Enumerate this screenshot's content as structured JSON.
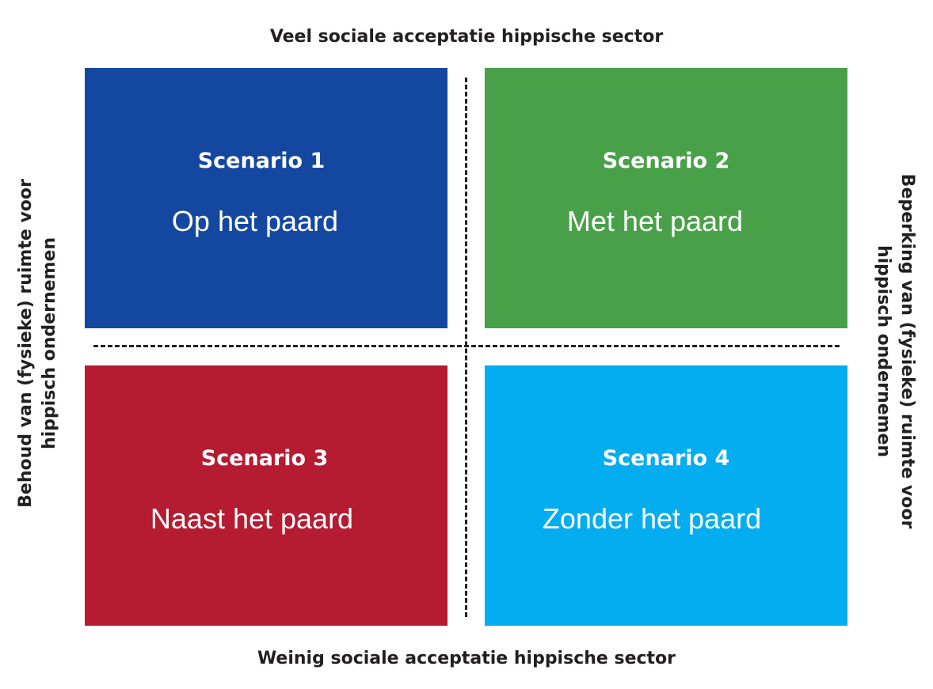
{
  "axes": {
    "top": "Veel sociale acceptatie hippische sector",
    "bottom": "Weinig sociale acceptatie hippische sector",
    "left": "Behoud van (fysieke) ruimte voor hippisch ondernemen",
    "right": "Beperking van (fysieke) ruimte voor hippisch ondernemen"
  },
  "scenarios": [
    {
      "title": "Scenario 1",
      "name": "Op het paard",
      "color": "#1448a0"
    },
    {
      "title": "Scenario 2",
      "name": "Met het paard",
      "color": "#48a148"
    },
    {
      "title": "Scenario 3",
      "name": "Naast het paard",
      "color": "#b51b31"
    },
    {
      "title": "Scenario 4",
      "name": "Zonder het paard",
      "color": "#03adef"
    }
  ]
}
